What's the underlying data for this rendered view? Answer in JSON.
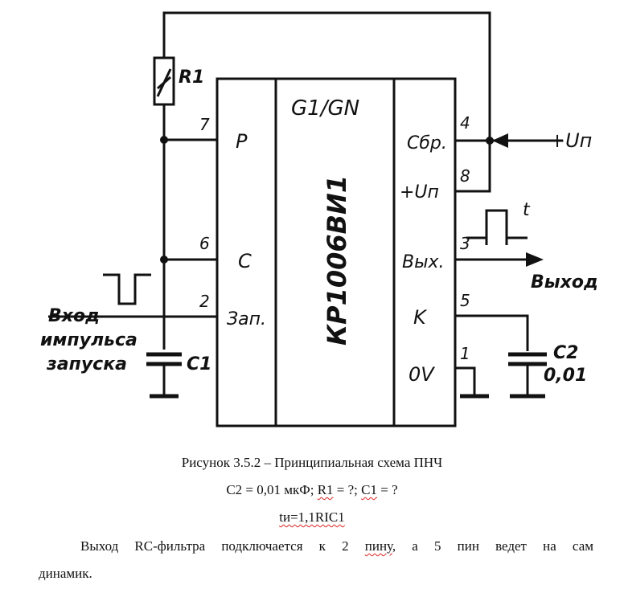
{
  "schematic": {
    "block_title": "G1/GN",
    "chip_name": "КР1006ВИ1",
    "left_pins": [
      {
        "num": "7",
        "label": "P"
      },
      {
        "num": "6",
        "label": "C"
      },
      {
        "num": "2",
        "label": "Зап."
      }
    ],
    "right_pins": [
      {
        "num": "4",
        "label": "Сбр."
      },
      {
        "num": "8",
        "label": "+Uп"
      },
      {
        "num": "3",
        "label": "Вых."
      },
      {
        "num": "5",
        "label": "K"
      },
      {
        "num": "1",
        "label": "0V"
      }
    ],
    "r1_label": "R1",
    "c1_label": "C1",
    "c2_label": "C2",
    "c2_value": "0,01",
    "supply_label": "+Uп",
    "input_label": [
      "Вход",
      "импульса",
      "запуска"
    ],
    "output_label": "Выход",
    "pulse_label": "t"
  },
  "caption": {
    "title": "Рисунок 3.5.2 – Принципиальная схема ПНЧ",
    "values_line": {
      "prefix": "С2 = 0,01 мкФ; ",
      "r1": "R1",
      "middle": " = ?; ",
      "c1": "C1",
      "suffix": " = ?"
    },
    "formula": "tи=1,1RIC1",
    "paragraph": {
      "before_wavy": "Выход RC-фильтра подключается к 2 ",
      "wavy": "пину",
      "after_wavy": ", а 5 пин ведет на сам",
      "line2": "динамик."
    }
  }
}
